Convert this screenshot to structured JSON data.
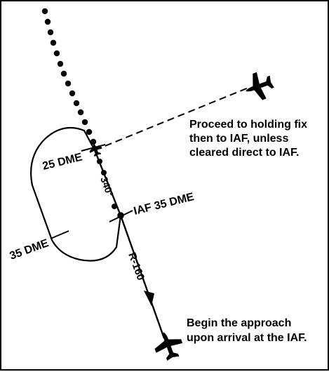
{
  "labels": {
    "dme25": "25 DME",
    "dme35": "35 DME",
    "iaf": "IAF 35 DME",
    "course": "340°",
    "radial": "R-160"
  },
  "notes": {
    "holding": [
      "Proceed to holding fix",
      "then to IAF, unless",
      "cleared direct to IAF."
    ],
    "approach": [
      "Begin the approach",
      "upon arrival at the IAF."
    ]
  },
  "icons": {
    "aircraft_upper": "airplane-icon",
    "aircraft_lower": "airplane-icon",
    "arrow": "arrowhead-icon"
  },
  "colors": {
    "ink": "#000000",
    "background": "#ffffff"
  }
}
